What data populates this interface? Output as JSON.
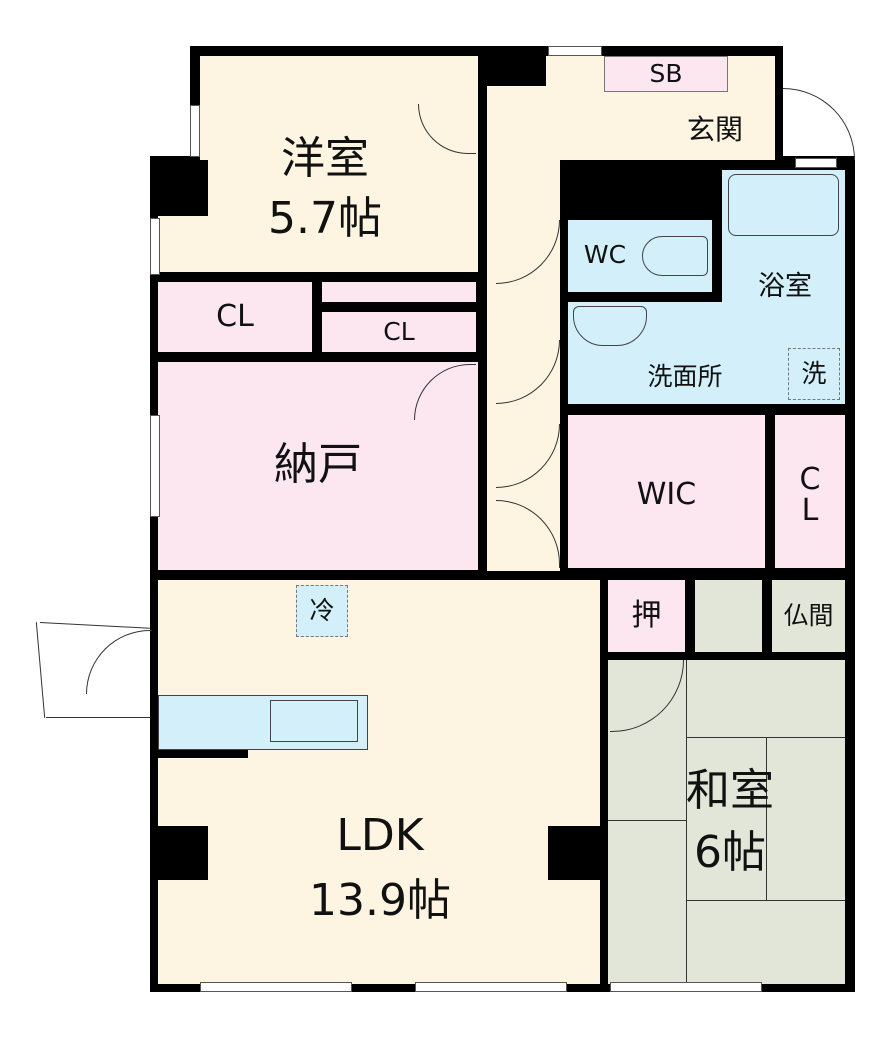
{
  "floorplan": {
    "rooms": {
      "western": {
        "name": "洋室",
        "size": "5.7帖"
      },
      "closet_1": {
        "name": "CL"
      },
      "closet_2": {
        "name": "CL"
      },
      "storage": {
        "name": "納戸"
      },
      "shoe_box": {
        "name": "SB"
      },
      "entrance": {
        "name": "玄関"
      },
      "toilet": {
        "name": "WC"
      },
      "bath": {
        "name": "浴室"
      },
      "washroom": {
        "name": "洗面所"
      },
      "washer": {
        "name": "洗"
      },
      "walk_in_closet": {
        "name": "WIC"
      },
      "closet_3": {
        "name": "C\nL"
      },
      "ldk": {
        "name": "LDK",
        "size": "13.9帖"
      },
      "fridge": {
        "name": "冷"
      },
      "oshiire": {
        "name": "押"
      },
      "butsuma": {
        "name": "仏間"
      },
      "japanese": {
        "name": "和室",
        "size": "6帖"
      }
    },
    "colors": {
      "wall": "#000000",
      "wood_floor": "#fdf5e2",
      "storage": "#fce6ef",
      "wet_area": "#d2effa",
      "tatami": "#e1e6d9"
    }
  }
}
